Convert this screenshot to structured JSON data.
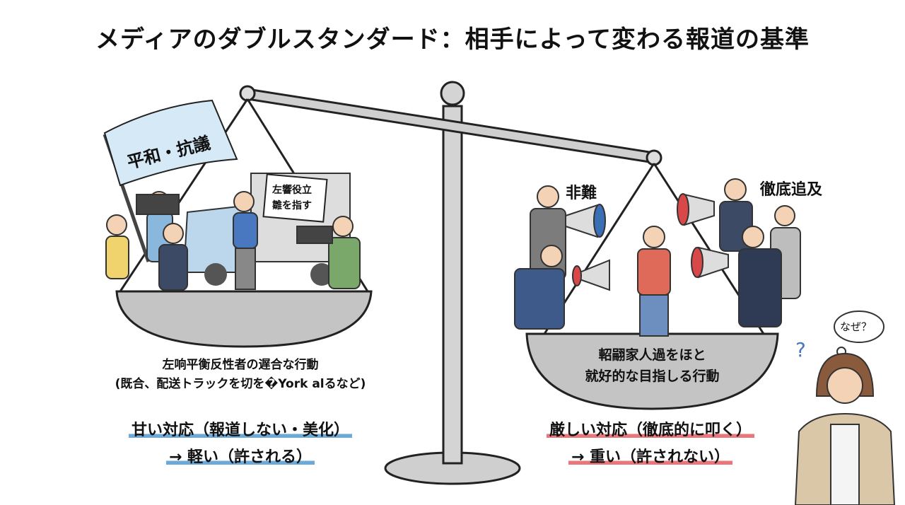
{
  "title": "メディアのダブルスタンダード：相手によって変わる報道の基準",
  "left": {
    "flag_text": "平和・抗議",
    "sign_text_1": "左響役立",
    "sign_text_2": "雛を指す",
    "description_1": "左响平衡反性者の遅合な行動",
    "description_2": "(既合、配送トラックを切を�York alるなど)",
    "response": "甘い対応（報道しない・美化）",
    "result": "→ 軽い（許される）"
  },
  "right": {
    "label_criticism": "非難",
    "label_pursuit": "徹底追及",
    "description_1": "軺翤家人過をほと",
    "description_2": "就好的な目指しる行動",
    "response": "厳しい対応（徹底的に叩く）",
    "result": "→ 重い（許されない）"
  },
  "observer": {
    "thought": "なぜ？",
    "question_mark": "?"
  },
  "colors": {
    "left_underline": "#6aa9d8",
    "right_underline": "#e8767a",
    "scale": "#c8c8c8",
    "flag": "#d6e9f7"
  }
}
